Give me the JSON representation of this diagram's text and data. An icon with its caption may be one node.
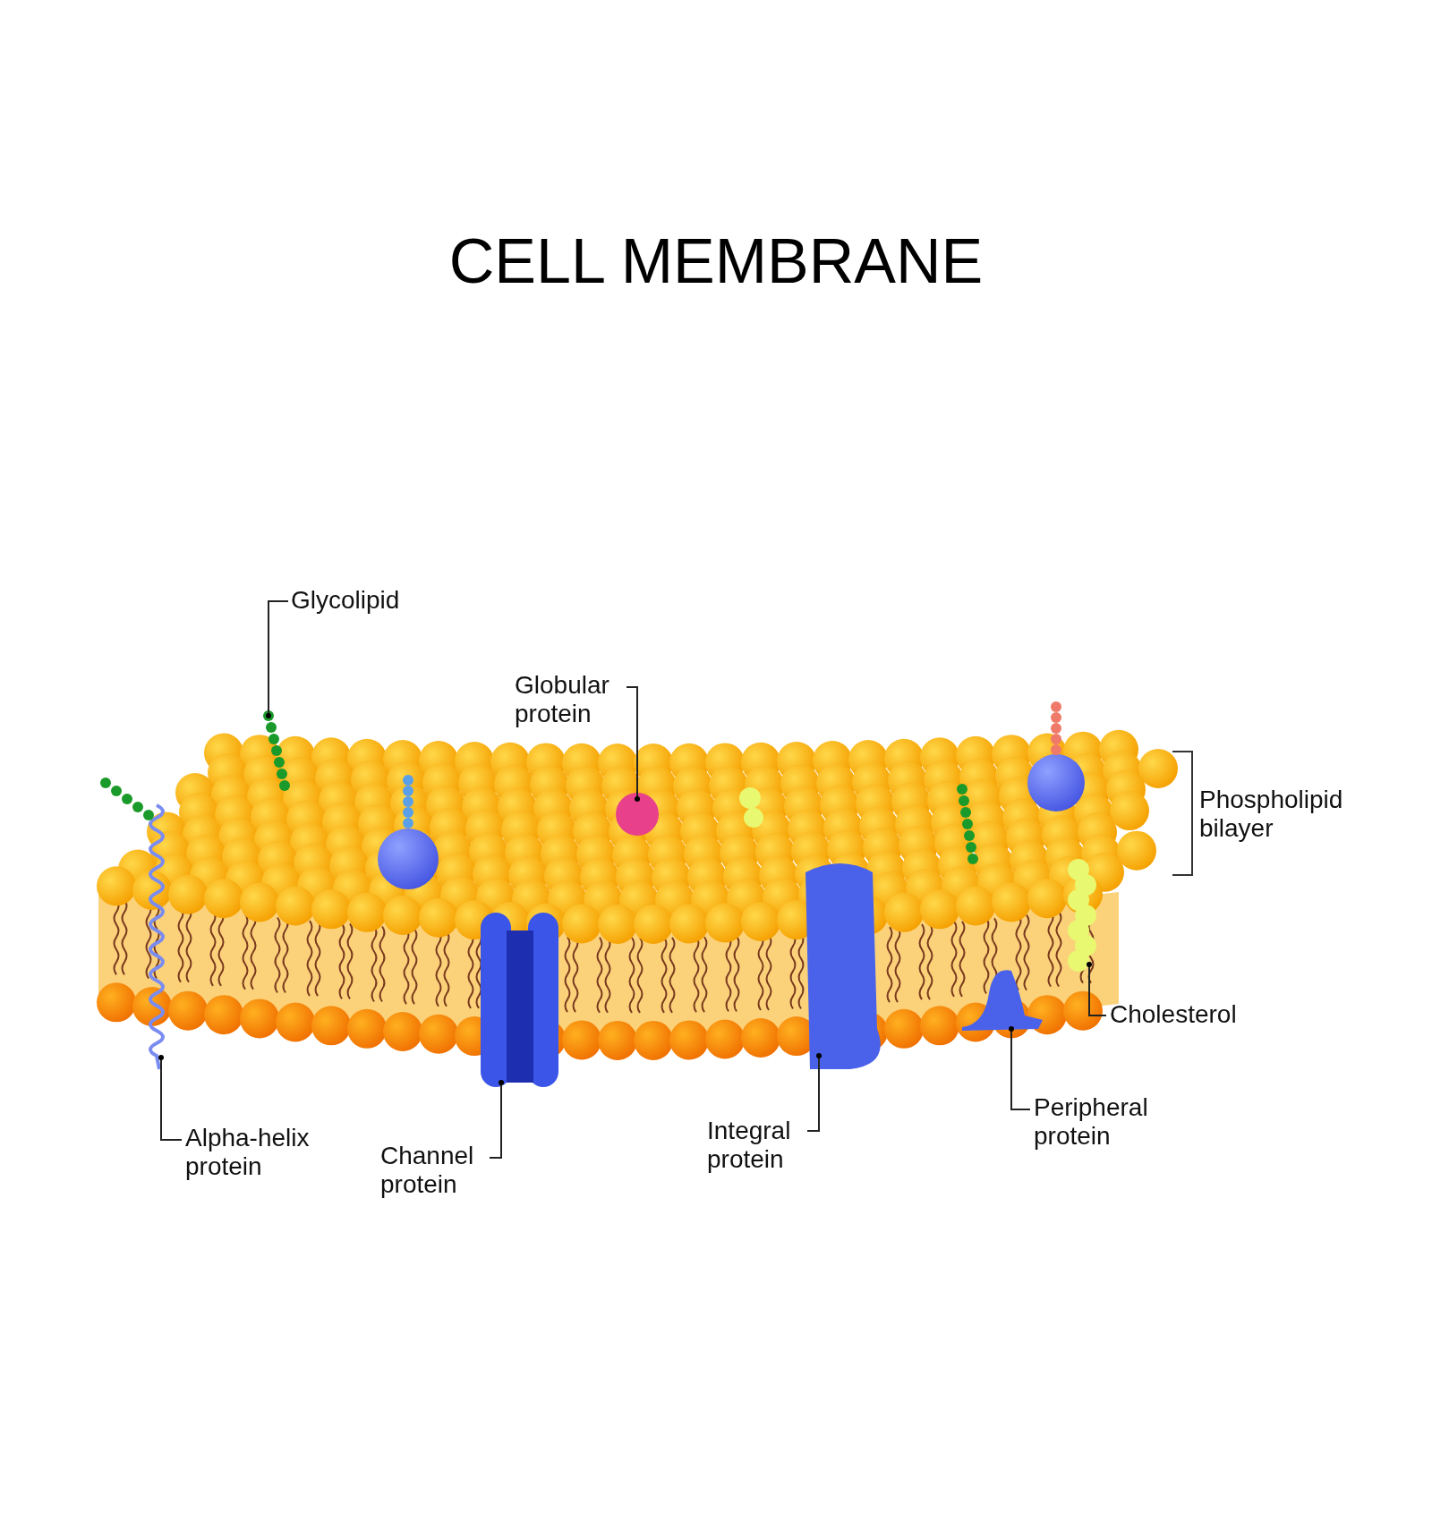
{
  "diagram": {
    "title": "CELL MEMBRANE",
    "nodes": [
      {
        "text": [
          "Glycolipid"
        ]
      },
      {
        "text": [
          "Globular protein"
        ]
      },
      {
        "text": [
          "Cholesterol"
        ]
      },
      {
        "text": [
          "Peripheral protein"
        ]
      },
      {
        "text": [
          "Integral protein"
        ]
      },
      {
        "text": [
          "Channel protein"
        ]
      },
      {
        "text": [
          "Alpha-helix protein"
        ]
      }
    ],
    "edges": [
      {
        "from": 0,
        "to": null,
        "arrow": "other"
      },
      {
        "from": 1,
        "to": null,
        "arrow": "other"
      },
      {
        "from": 2,
        "to": null,
        "arrow": "other"
      },
      {
        "from": 3,
        "to": null,
        "arrow": "other"
      },
      {
        "from": 4,
        "to": null,
        "arrow": "other"
      },
      {
        "from": 5,
        "to": null,
        "arrow": "other"
      },
      {
        "from": 6,
        "to": null,
        "arrow": "other"
      }
    ],
    "labels": [
      "Phospholipid bilayer"
    ]
  }
}
